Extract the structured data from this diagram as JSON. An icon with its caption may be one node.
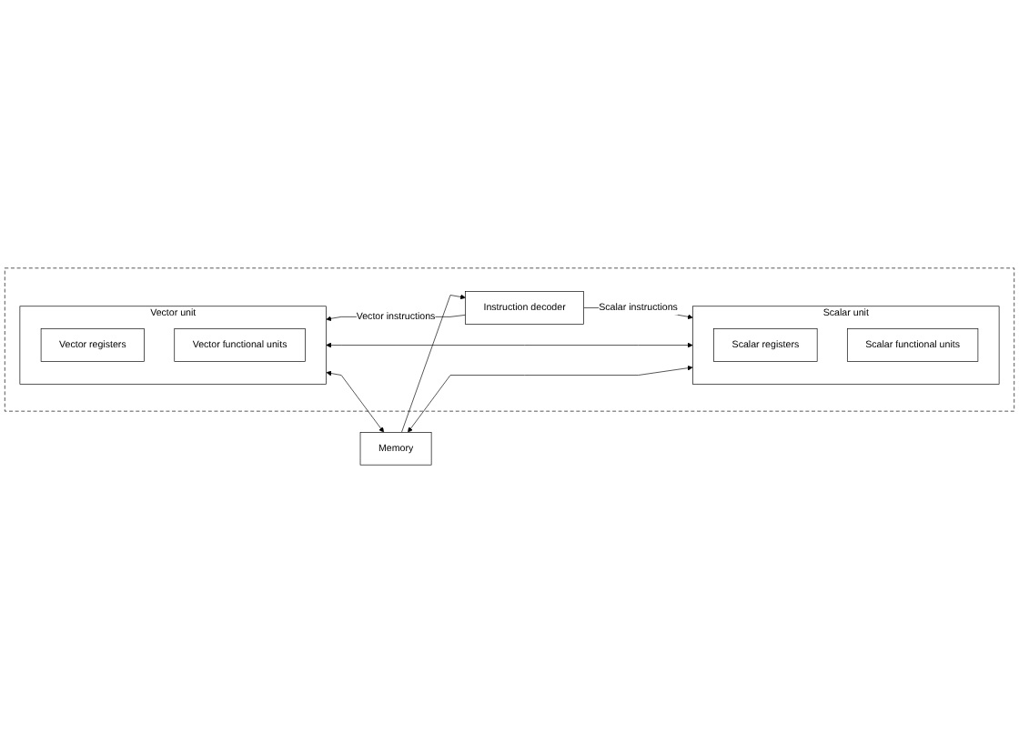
{
  "diagram": {
    "nodes": [
      {
        "text": [],
        "shape": "box"
      },
      {
        "text": [
          "Scalar unit"
        ],
        "in": 0
      },
      {
        "text": [
          "Scalar registers"
        ],
        "in": 1
      },
      {
        "text": [
          "Scalar functional units"
        ],
        "in": 1
      },
      {
        "text": [
          "Instruction decoder"
        ],
        "in": 0
      },
      {
        "text": [
          "Vector unit"
        ],
        "in": 0
      },
      {
        "text": [
          "Vector registers"
        ],
        "in": 5
      },
      {
        "text": [
          "Vector functional units"
        ],
        "in": 5
      },
      {
        "text": [
          "Memory"
        ]
      }
    ],
    "edges": [
      {
        "from": 4,
        "to": 1,
        "arrow": "to",
        "label": "Scalar instructions"
      },
      {
        "from": 4,
        "to": 5,
        "arrow": "to",
        "label": "Vector instructions"
      },
      {
        "from": 1,
        "to": 5,
        "arrow": "both"
      },
      {
        "from": 1,
        "to": 8,
        "arrow": "both"
      },
      {
        "from": 5,
        "to": 8,
        "arrow": "both"
      },
      {
        "from": 8,
        "to": 4,
        "arrow": "to"
      }
    ]
  }
}
